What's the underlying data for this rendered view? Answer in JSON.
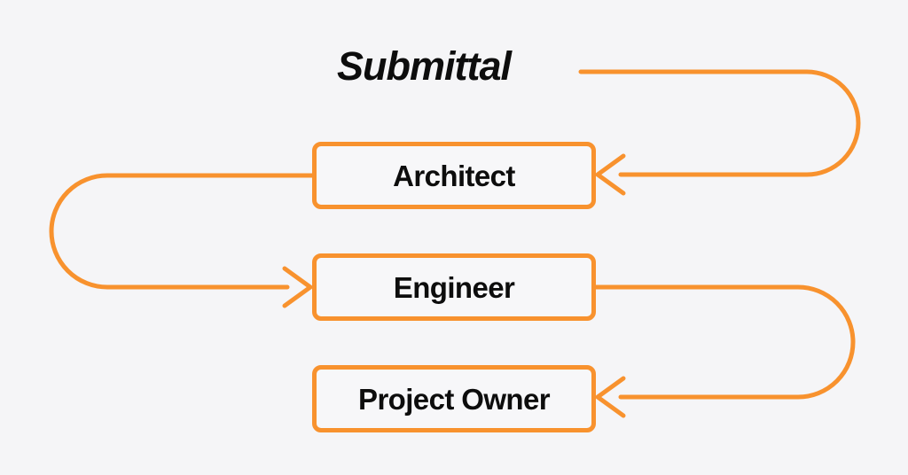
{
  "diagram": {
    "title": "Submittal",
    "background_color": "#f5f5f7",
    "accent_color": "#f8922e",
    "text_color": "#0d0d0d",
    "box_fill_color": "#f7f7f9",
    "stroke_width": 5,
    "nodes": [
      {
        "id": "architect",
        "label": "Architect"
      },
      {
        "id": "engineer",
        "label": "Engineer"
      },
      {
        "id": "project_owner",
        "label": "Project Owner"
      }
    ],
    "connectors": [
      {
        "id": "submittal-to-architect",
        "from": "Submittal",
        "to": "Architect",
        "arrow_direction": "left",
        "arrow_style": "open-v"
      },
      {
        "id": "architect-to-engineer",
        "from": "Architect",
        "to": "Engineer",
        "arrow_direction": "right",
        "arrow_style": "open-v"
      },
      {
        "id": "engineer-to-project-owner",
        "from": "Engineer",
        "to": "Project Owner",
        "arrow_direction": "left",
        "arrow_style": "open-v"
      }
    ]
  }
}
